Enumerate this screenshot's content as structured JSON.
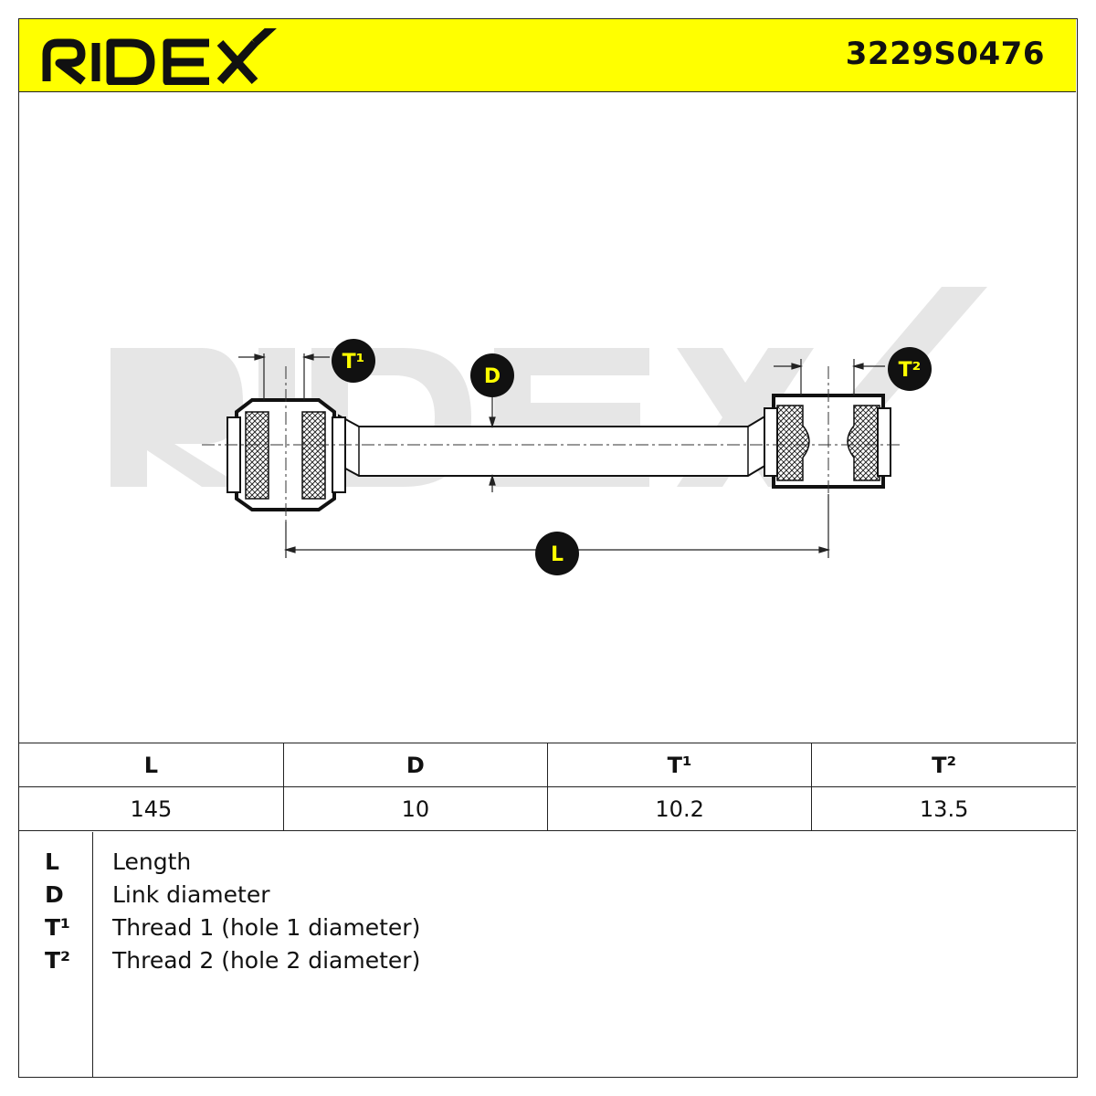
{
  "header": {
    "brand": "RIDEX",
    "part_number": "3229S0476",
    "background_color": "#ffff00"
  },
  "diagram": {
    "watermark": "RIDEX",
    "callouts": {
      "t1": "T¹",
      "t2": "T²",
      "d": "D",
      "l": "L"
    }
  },
  "spec_table": {
    "headers": [
      "L",
      "D",
      "T¹",
      "T²"
    ],
    "values": [
      "145",
      "10",
      "10.2",
      "13.5"
    ]
  },
  "legend": [
    {
      "symbol": "L",
      "description": "Length"
    },
    {
      "symbol": "D",
      "description": "Link diameter"
    },
    {
      "symbol": "T¹",
      "description": "Thread 1 (hole 1 diameter)"
    },
    {
      "symbol": "T²",
      "description": "Thread 2 (hole 2 diameter)"
    }
  ]
}
